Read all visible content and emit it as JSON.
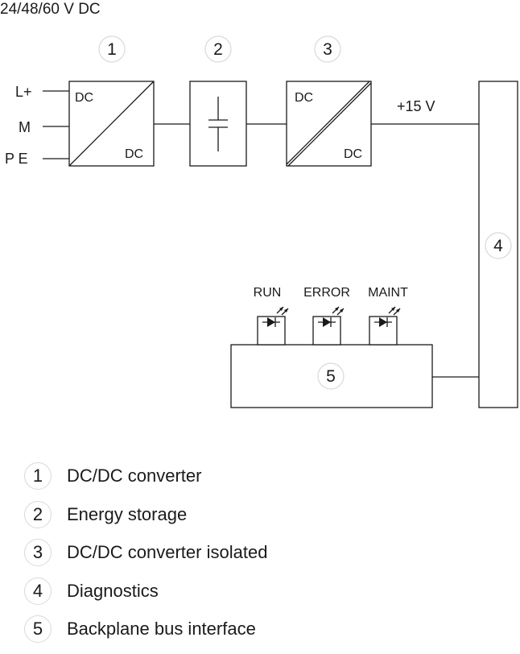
{
  "supply_label": "24/48/60 V DC",
  "inputs": [
    "L+",
    "M",
    "P E"
  ],
  "blocks": [
    {
      "number": "1",
      "in_label": "DC",
      "out_label": "DC",
      "name": "DC/DC converter"
    },
    {
      "number": "2",
      "name": "Energy storage"
    },
    {
      "number": "3",
      "in_label": "DC",
      "out_label": "DC",
      "name": "DC/DC converter isolated"
    },
    {
      "number": "4",
      "name": "Diagnostics"
    },
    {
      "number": "5",
      "name": "Backplane bus interface"
    }
  ],
  "rail_label": "+15 V",
  "leds": [
    "RUN",
    "ERROR",
    "MAINT"
  ]
}
